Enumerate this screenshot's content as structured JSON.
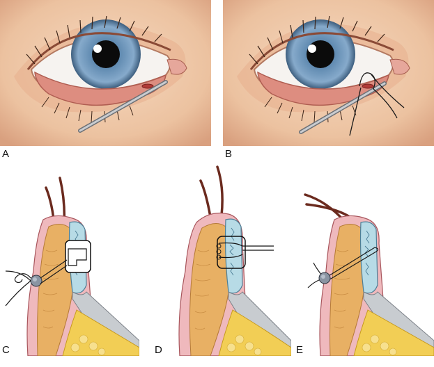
{
  "panels": [
    {
      "id": "A",
      "label": "A"
    },
    {
      "id": "B",
      "label": "B"
    },
    {
      "id": "C",
      "label": "C"
    },
    {
      "id": "D",
      "label": "D"
    },
    {
      "id": "E",
      "label": "E"
    }
  ],
  "colors": {
    "skin": "#efc7a6",
    "skin_dark": "#d79f7e",
    "sclera": "#f4f1ee",
    "iris": "#6f96b8",
    "conjunctiva": "#d98a7e",
    "probe": "#b9bcc0",
    "tarsus_fill": "#e9b56a",
    "conj_blue": "#b9dbe6",
    "fat_yellow": "#f2cf55",
    "pink_edge": "#e7a3a9",
    "lash": "#6b2a1e"
  },
  "icons": [
    "eye-illustration",
    "lacrimal-probe",
    "suture-thread",
    "eyelid-cross-section",
    "needle-holder",
    "suture-bolster"
  ]
}
